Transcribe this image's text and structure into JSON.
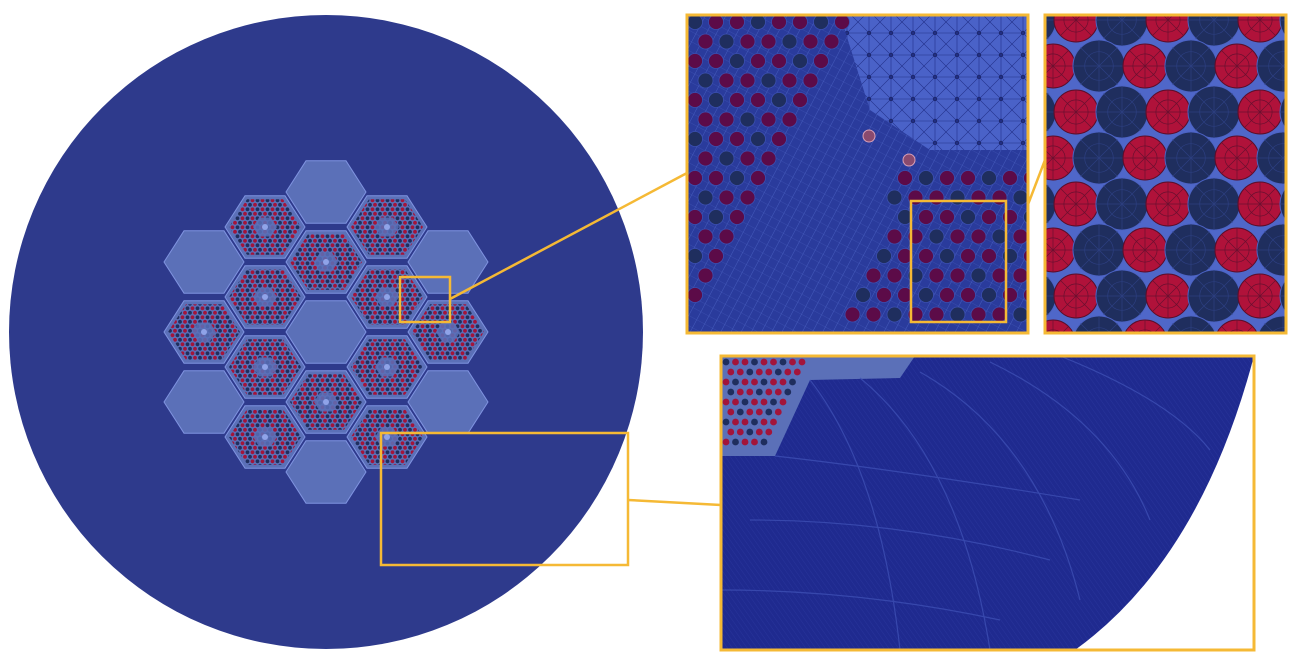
{
  "colors": {
    "background": "#ffffff",
    "core": "#2e3a8c",
    "mesh_dense": "#1f2a8f",
    "assembly_fill": "#5b70b8",
    "fuel_red": "#a3143a",
    "pin_dark": "#1f2e5e",
    "mesh_light": "#4c63c4",
    "highlight": "#f5b935",
    "mesh_line": "#7f93e0"
  },
  "icons": {
    "core_region": "reactor-core-icon",
    "zoom_box": "zoom-highlight-icon"
  },
  "layout_info": {
    "assembly_count": 19,
    "fuel_assembly_count": 12,
    "reflector_assembly_count": 7,
    "zoom_panels": 3
  }
}
